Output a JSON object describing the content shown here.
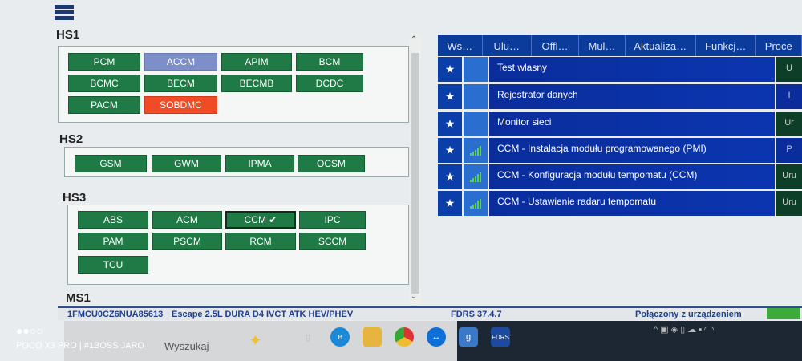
{
  "left": {
    "sections": [
      {
        "title": "HS1",
        "modules": [
          {
            "label": "PCM",
            "state": "normal"
          },
          {
            "label": "ACCM",
            "state": "selected"
          },
          {
            "label": "APIM",
            "state": "normal"
          },
          {
            "label": "BCM",
            "state": "normal"
          },
          {
            "label": "BCMC",
            "state": "normal"
          },
          {
            "label": "BECM",
            "state": "normal"
          },
          {
            "label": "BECMB",
            "state": "normal"
          },
          {
            "label": "DCDC",
            "state": "normal"
          },
          {
            "label": "PACM",
            "state": "normal"
          },
          {
            "label": "SOBDMC",
            "state": "error"
          }
        ]
      },
      {
        "title": "HS2",
        "modules": [
          {
            "label": "GSM"
          },
          {
            "label": "GWM"
          },
          {
            "label": "IPMA"
          },
          {
            "label": "OCSM"
          }
        ]
      },
      {
        "title": "HS3",
        "modules": [
          {
            "label": "ABS"
          },
          {
            "label": "ACM"
          },
          {
            "label": "CCM ✔",
            "state": "active"
          },
          {
            "label": "IPC"
          },
          {
            "label": "PAM"
          },
          {
            "label": "PSCM"
          },
          {
            "label": "RCM"
          },
          {
            "label": "SCCM"
          },
          {
            "label": "TCU"
          }
        ]
      },
      {
        "title": "MS1"
      }
    ]
  },
  "tabs": [
    "Ws…",
    "Ulu…",
    "Offl…",
    "Mul…",
    "Aktualiza…",
    "Funkcj…",
    "Proce"
  ],
  "rows": [
    {
      "label": "Test własny",
      "signal": false,
      "action": "U",
      "green": true
    },
    {
      "label": "Rejestrator danych",
      "signal": false,
      "action": "I",
      "green": false
    },
    {
      "label": "Monitor sieci",
      "signal": false,
      "action": "Ur",
      "green": true
    },
    {
      "label": "CCM - Instalacja modułu programowanego (PMI)",
      "signal": true,
      "action": "P",
      "green": false
    },
    {
      "label": "CCM - Konfiguracja modułu tempomatu (CCM)",
      "signal": true,
      "action": "Uru",
      "green": true
    },
    {
      "label": "CCM - Ustawienie radaru tempomatu",
      "signal": true,
      "action": "Uru",
      "green": true
    }
  ],
  "status": {
    "vin": "1FMCU0CZ6NUA85613",
    "vehicle": "Escape 2.5L DURA D4 IVCT ATK HEV/PHEV",
    "version": "FDRS 37.4.7",
    "connection": "Połączony z urządzeniem"
  },
  "taskbar": {
    "search_placeholder": "Wyszukaj",
    "apps": [
      "task-view",
      "edge",
      "file-explorer",
      "chrome",
      "teamviewer",
      "app-g",
      "FDRS"
    ]
  },
  "watermark": "POCO X3 PRO | #1BOSS JARO",
  "colors": {
    "module": "#1f7a45",
    "selected": "#7d8fc8",
    "error": "#ef4b24",
    "panel": "#0b35b0"
  }
}
